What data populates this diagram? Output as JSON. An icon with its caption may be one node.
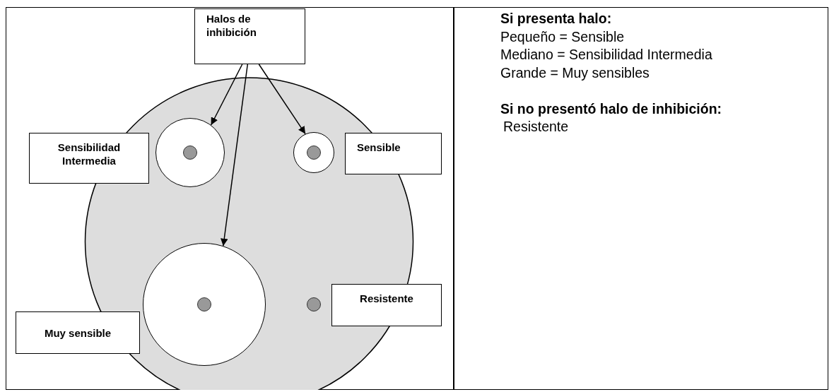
{
  "diagram": {
    "nodes": [
      {
        "text": [
          "Halos de inhibición"
        ]
      },
      {
        "text": [],
        "shape": "circle"
      },
      {
        "text": [],
        "shape": "circle",
        "in": 1
      },
      {
        "text": [],
        "shape": "circle",
        "in": 1
      },
      {
        "text": [],
        "shape": "circle",
        "in": 1
      },
      {
        "text": [
          "Sensibilidad Intermedia"
        ]
      },
      {
        "text": [
          "Sensible"
        ]
      },
      {
        "text": [
          "Resistente"
        ]
      },
      {
        "text": [
          "Muy sensible"
        ]
      }
    ],
    "edges": [
      {
        "from": 0,
        "to": 2,
        "arrow": "to"
      },
      {
        "from": 0,
        "to": 3,
        "arrow": "to"
      },
      {
        "from": 0,
        "to": 4,
        "arrow": "to"
      }
    ],
    "labels": [
      "Si presenta halo:",
      "Pequeño = Sensible",
      "Mediano = Sensibilidad Intermedia",
      "Grande = Muy sensibles",
      "Si no presentó halo de inhibición:",
      "Resistente"
    ]
  }
}
